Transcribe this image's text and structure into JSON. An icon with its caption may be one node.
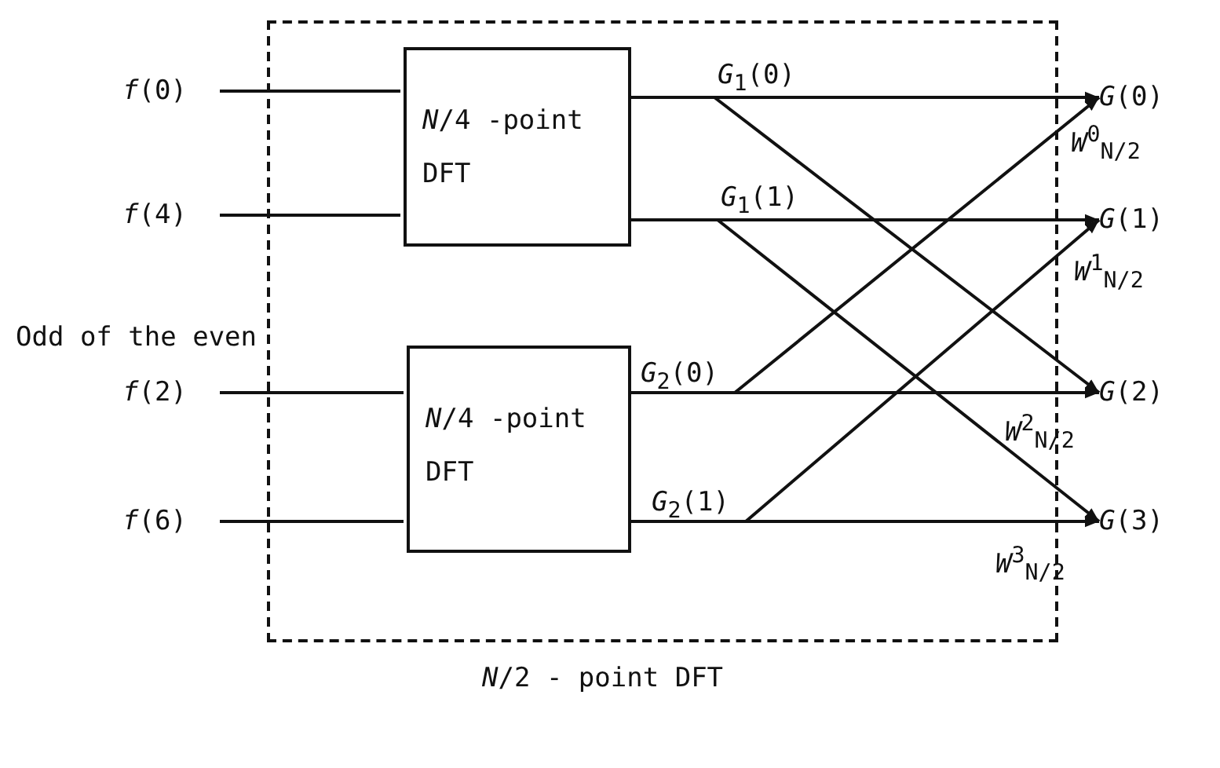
{
  "diagram": {
    "nodes": [
      {
        "text": [
          "*N*/2 - point DFT"
        ]
      },
      {
        "text": [
          "*N*/4 -point DFT"
        ],
        "in": 0
      },
      {
        "text": [
          "*N*/4 -point DFT"
        ],
        "in": 0
      },
      {
        "text": [
          "*f*(0)"
        ]
      },
      {
        "text": [
          "*f*(4)"
        ]
      },
      {
        "text": [
          "*f*(2)"
        ]
      },
      {
        "text": [
          "*f*(6)"
        ]
      },
      {
        "text": [
          "*G*$_{1}$(0)"
        ],
        "in": 0
      },
      {
        "text": [
          "*G*$_{1}$(1)"
        ],
        "in": 0
      },
      {
        "text": [
          "*G*$_{2}$(0)"
        ],
        "in": 0
      },
      {
        "text": [
          "*G*$_{2}$(1)"
        ],
        "in": 0
      },
      {
        "text": [
          "*G*(0)"
        ]
      },
      {
        "text": [
          "*G*(1)"
        ]
      },
      {
        "text": [
          "*G*(2)"
        ]
      },
      {
        "text": [
          "*G*(3)"
        ]
      }
    ],
    "edges": [
      {
        "from": 3,
        "to": 1,
        "arrow": "none"
      },
      {
        "from": 4,
        "to": 1,
        "arrow": "none"
      },
      {
        "from": 5,
        "to": 2,
        "arrow": "none"
      },
      {
        "from": 6,
        "to": 2,
        "arrow": "none"
      },
      {
        "from": 1,
        "to": 7,
        "arrow": "none"
      },
      {
        "from": 1,
        "to": 8,
        "arrow": "none"
      },
      {
        "from": 2,
        "to": 9,
        "arrow": "none"
      },
      {
        "from": 2,
        "to": 10,
        "arrow": "none"
      },
      {
        "from": 7,
        "to": 11,
        "arrow": "to"
      },
      {
        "from": 7,
        "to": 13,
        "arrow": "to"
      },
      {
        "from": 8,
        "to": 12,
        "arrow": "to"
      },
      {
        "from": 8,
        "to": 14,
        "arrow": "to"
      },
      {
        "from": 9,
        "to": 11,
        "arrow": "to"
      },
      {
        "from": 9,
        "to": 13,
        "arrow": "to"
      },
      {
        "from": 10,
        "to": 12,
        "arrow": "to"
      },
      {
        "from": 10,
        "to": 14,
        "arrow": "to"
      }
    ],
    "labels": [
      "Odd of the even",
      "*W*$^{0}$$_{N/2}$",
      "*W*$^{1}$$_{N/2}$",
      "*W*$^{2}$$_{N/2}$",
      "*W*$^{3}$$_{N/2}$"
    ]
  }
}
